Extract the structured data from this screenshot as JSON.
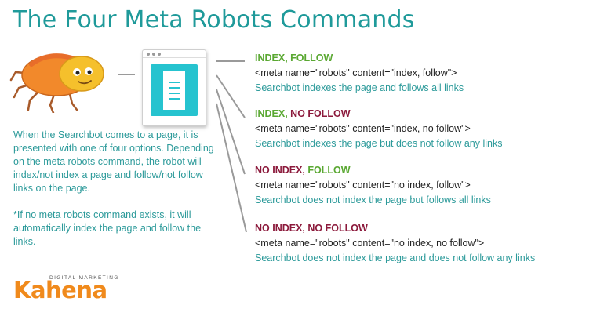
{
  "title": "The Four Meta Robots Commands",
  "colors": {
    "title": "#1f9a9a",
    "green": "#5aa832",
    "maroon": "#8c1a3c",
    "teal_text": "#2c9a9a",
    "screen": "#26c3cf",
    "logo_orange": "#f08a1c"
  },
  "icons": [
    "searchbot-bug-icon",
    "browser-page-icon",
    "document-icon"
  ],
  "description": {
    "paragraph1": "When the Searchbot comes to a page, it is presented with one of four options. Depending on the meta robots command, the robot will index/not index a page and follow/not follow links on the page.",
    "paragraph2": "*If no meta robots command exists, it will automatically index the page and follow the links."
  },
  "commands": [
    {
      "part1": "INDEX,",
      "part1_color": "green",
      "part2": "FOLLOW",
      "part2_color": "green",
      "code": "<meta name=\"robots\" content=\"index, follow\">",
      "note": "Searchbot indexes the page and follows all links"
    },
    {
      "part1": "INDEX,",
      "part1_color": "green",
      "part2": "NO FOLLOW",
      "part2_color": "maroon",
      "code": "<meta name=\"robots\" content=\"index, no follow\">",
      "note": "Searchbot indexes the page but does not follow any links"
    },
    {
      "part1": "NO INDEX,",
      "part1_color": "maroon",
      "part2": "FOLLOW",
      "part2_color": "green",
      "code": "<meta name=\"robots\" content=\"no index, follow\">",
      "note": "Searchbot does not index the page but follows all links"
    },
    {
      "part1": "NO INDEX,",
      "part1_color": "maroon",
      "part2": "NO FOLLOW",
      "part2_color": "maroon",
      "code": "<meta name=\"robots\" content=\"no index, no follow\">",
      "note": "Searchbot does not index the page and does not follow any links"
    }
  ],
  "logo": {
    "tagline": "DIGITAL MARKETING",
    "wordmark": "Kahena"
  }
}
